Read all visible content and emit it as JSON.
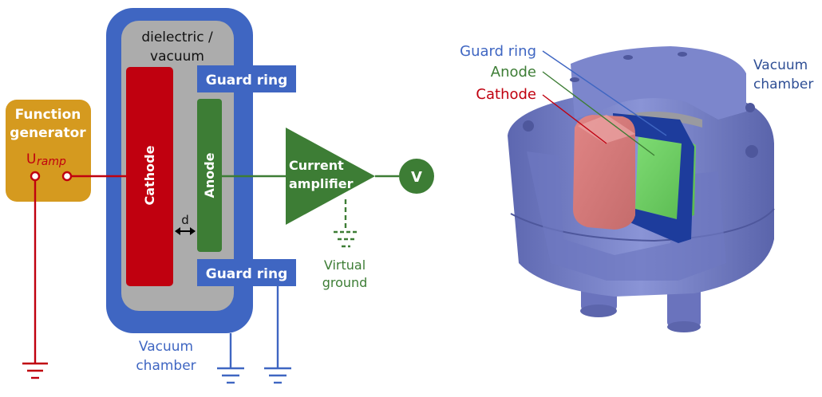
{
  "schematic": {
    "dielectric_label_line1": "dielectric /",
    "dielectric_label_line2": "vacuum",
    "guard_ring_top": "Guard ring",
    "guard_ring_bottom": "Guard ring",
    "cathode": "Cathode",
    "anode": "Anode",
    "gap": "d",
    "function_generator_line1": "Function",
    "function_generator_line2": "generator",
    "u_ramp_main": "U",
    "u_ramp_sub": "ramp",
    "amplifier_line1": "Current",
    "amplifier_line2": "amplifier",
    "voltmeter": "V",
    "virtual_ground_line1": "Virtual",
    "virtual_ground_line2": "ground",
    "vacuum_chamber_line1": "Vacuum",
    "vacuum_chamber_line2": "chamber"
  },
  "render": {
    "guard_ring": "Guard ring",
    "anode": "Anode",
    "cathode": "Cathode",
    "vacuum_chamber_line1": "Vacuum",
    "vacuum_chamber_line2": "chamber"
  },
  "colors": {
    "chamber_blue": "#3f66c2",
    "dielectric_gray": "#acacac",
    "cathode_red": "#c0000f",
    "anode_green": "#3d7d35",
    "generator_orange": "#d59a1f",
    "wire_red": "#c0000f",
    "wire_green": "#3d7d35",
    "wire_blue": "#3f66c2",
    "render_body": "#7480c8"
  }
}
